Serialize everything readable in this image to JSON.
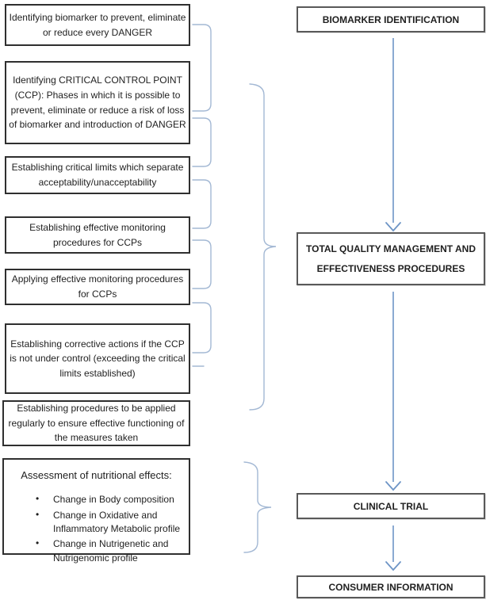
{
  "diagram": {
    "left_boxes": [
      {
        "text": "Identifying biomarker to prevent, eliminate or reduce every DANGER"
      },
      {
        "text": "Identifying CRITICAL CONTROL POINT (CCP): Phases in which it is possible to prevent, eliminate or reduce a risk of loss of biomarker and introduction of DANGER"
      },
      {
        "text": "Establishing critical limits which separate acceptability/unacceptability"
      },
      {
        "text": "Establishing effective monitoring procedures for CCPs"
      },
      {
        "text": "Applying effective monitoring procedures for CCPs"
      },
      {
        "text": "Establishing corrective actions if the CCP is not under control (exceeding the critical limits established)"
      },
      {
        "text": "Establishing procedures to be applied regularly to ensure effective functioning of the measures taken"
      }
    ],
    "assessment": {
      "title": "Assessment of nutritional effects:",
      "bullet_glyph": "•",
      "bullets": [
        "Change in Body composition",
        "Change in Oxidative and Inflammatory Metabolic profile",
        "Change in Nutrigenetic and Nutrigenomic profile"
      ]
    },
    "right_boxes": [
      {
        "label": "BIOMARKER IDENTIFICATION"
      },
      {
        "lines": [
          "TOTAL QUALITY MANAGEMENT AND",
          "EFFECTIVENESS PROCEDURES"
        ]
      },
      {
        "label": "CLINICAL TRIAL"
      },
      {
        "label": "CONSUMER INFORMATION"
      }
    ],
    "colors": {
      "connector": "#a3b8d4",
      "arrow": "#6e95c6",
      "left_box_border": "#2f2f2f",
      "right_box_border": "#595959",
      "ink": "#1f1f1f"
    }
  }
}
